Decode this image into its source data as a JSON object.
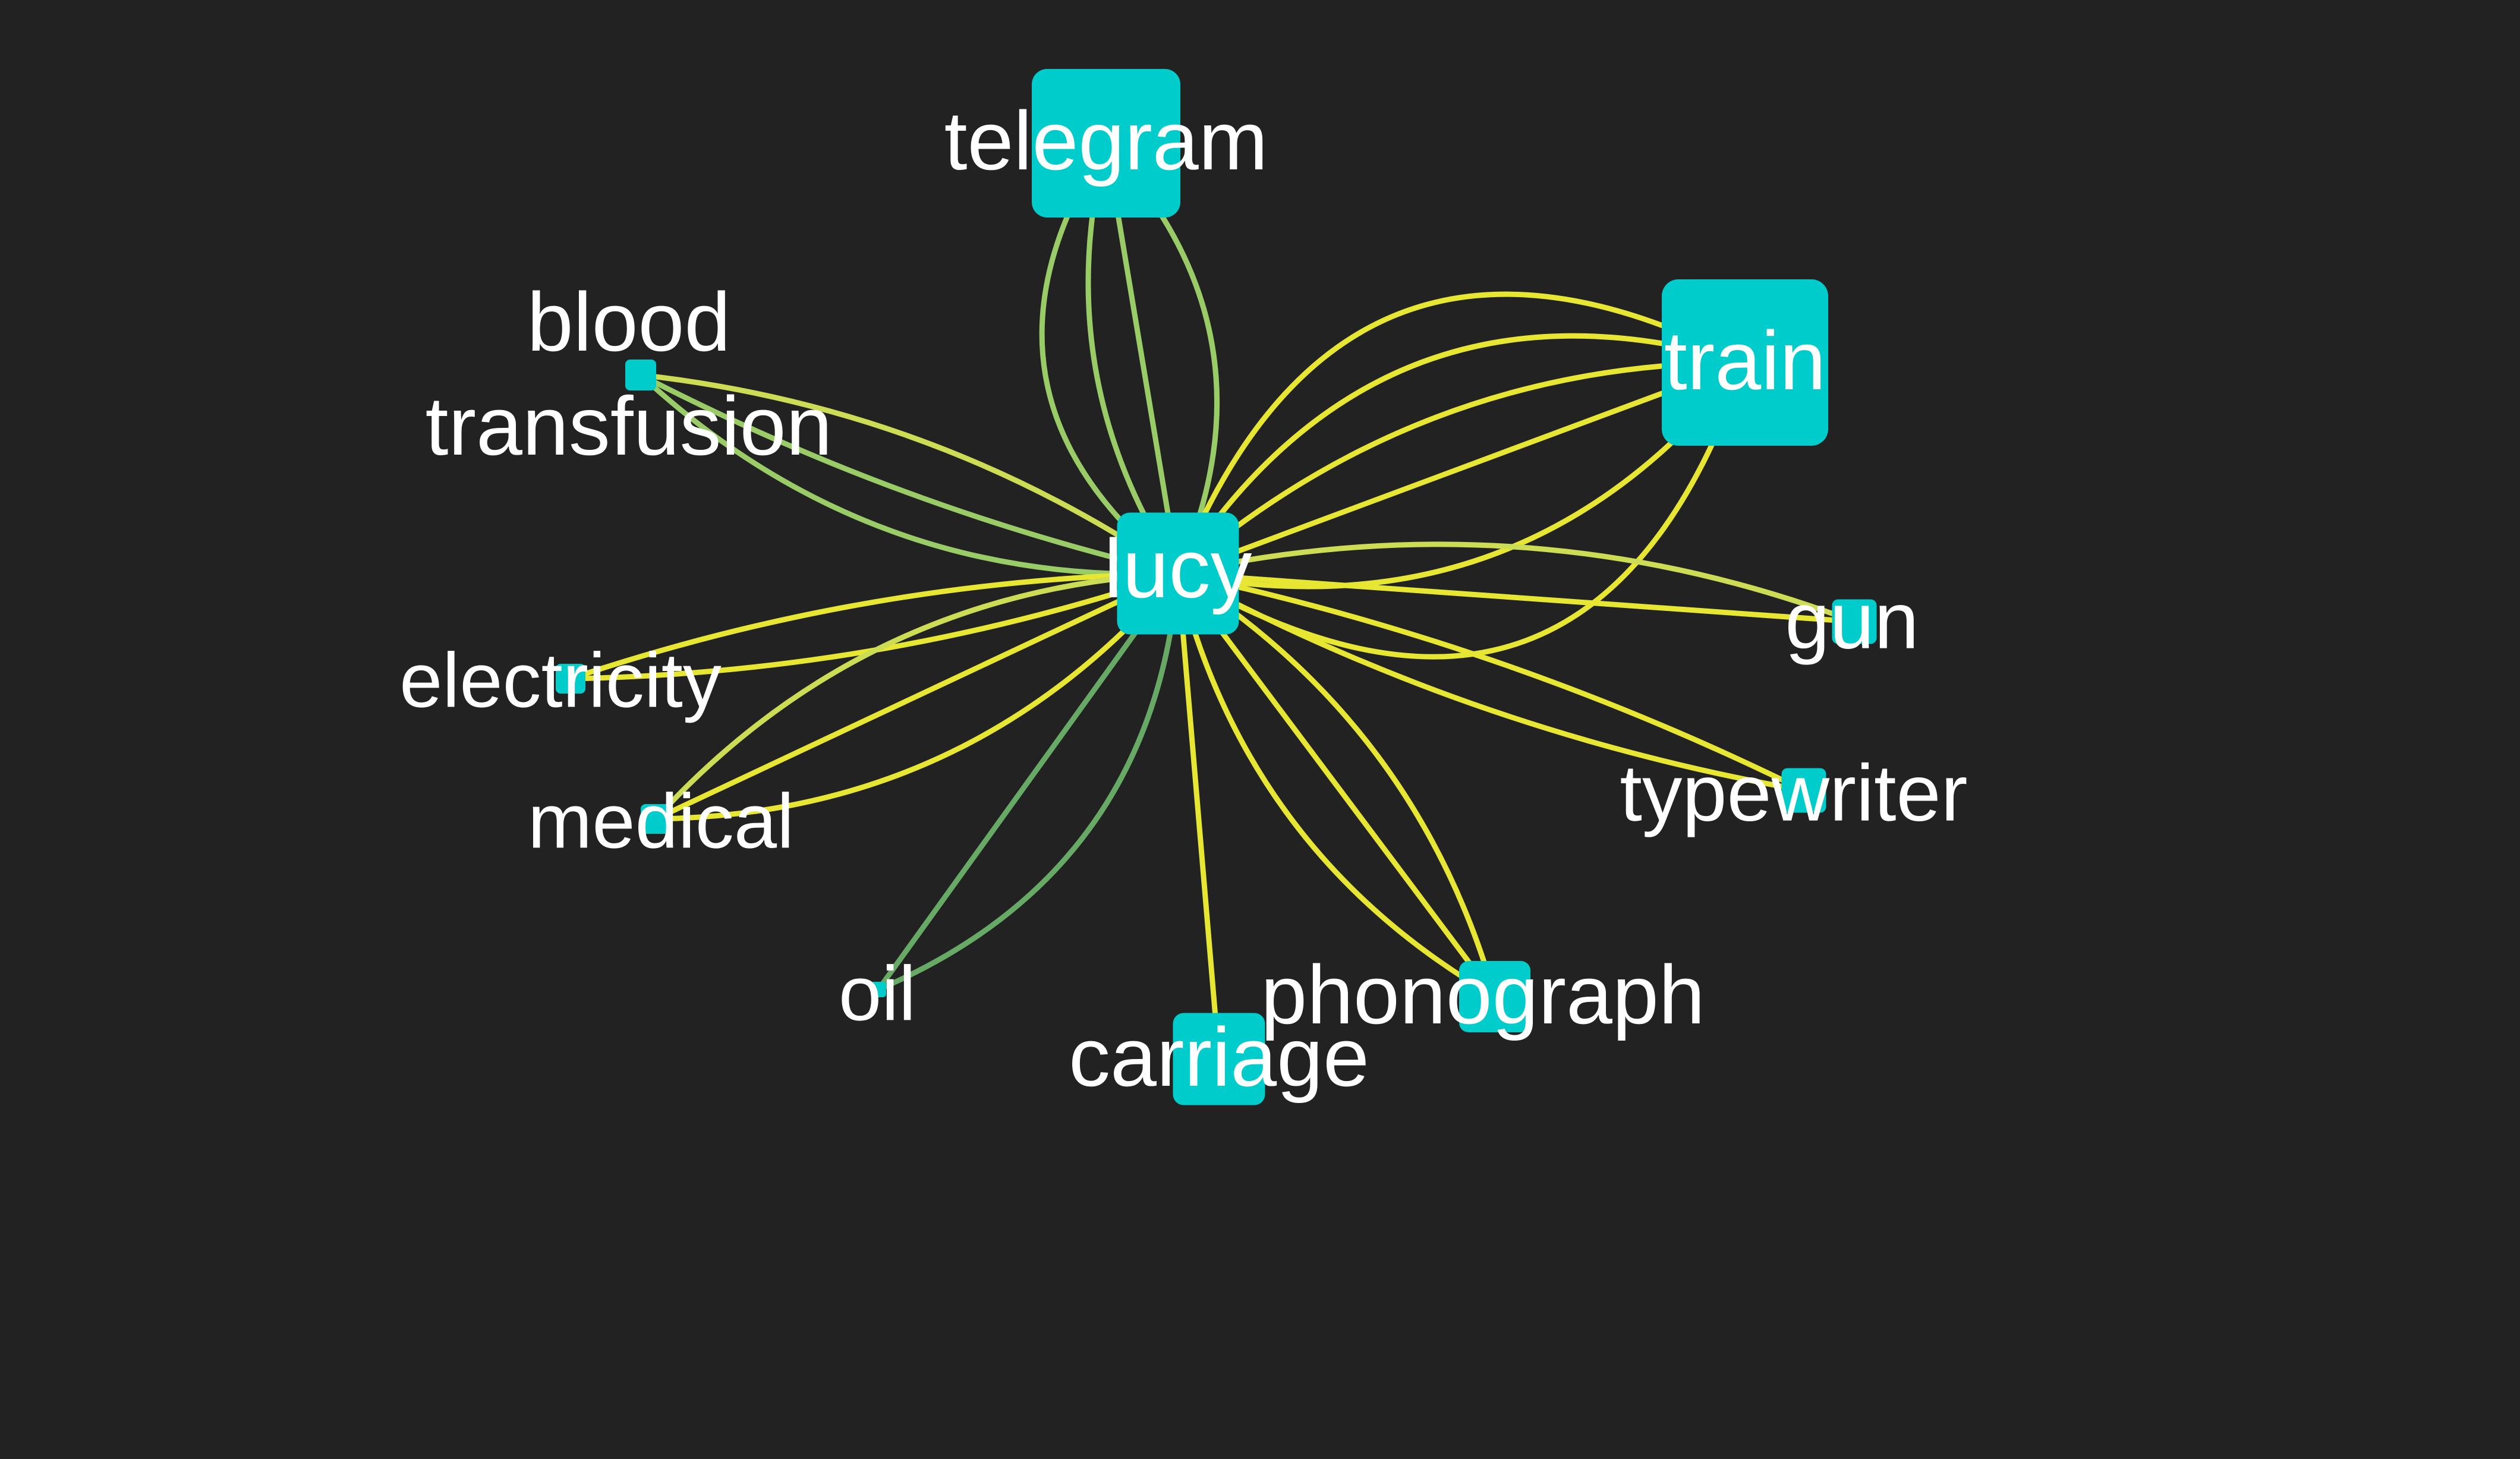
{
  "graph": {
    "background": "#222222",
    "node_color": "#00CCCC",
    "label_color": "#FFFFFF",
    "edge_colors": {
      "yellow": "#E6E633",
      "yellow_green": "#CCDD55",
      "green": "#99CC66",
      "dark_green": "#66AA66"
    },
    "nodes": [
      {
        "id": "lucy",
        "label": "lucy",
        "size_rank": "medium"
      },
      {
        "id": "telegram",
        "label": "telegram",
        "size_rank": "large"
      },
      {
        "id": "train",
        "label": "train",
        "size_rank": "large"
      },
      {
        "id": "blood_transfusion",
        "label": "blood\ntransfusion",
        "size_rank": "tiny"
      },
      {
        "id": "electricity",
        "label": "electricity",
        "size_rank": "tiny"
      },
      {
        "id": "medical",
        "label": "medical",
        "size_rank": "tiny"
      },
      {
        "id": "oil",
        "label": "oil",
        "size_rank": "tiny"
      },
      {
        "id": "carriage",
        "label": "carriage",
        "size_rank": "medium"
      },
      {
        "id": "phonograph",
        "label": "phonograph",
        "size_rank": "small"
      },
      {
        "id": "typewriter",
        "label": "typewriter",
        "size_rank": "tiny"
      },
      {
        "id": "gun",
        "label": "gun",
        "size_rank": "tiny"
      }
    ],
    "edges": [
      {
        "source": "lucy",
        "target": "telegram",
        "color": "green"
      },
      {
        "source": "lucy",
        "target": "telegram",
        "color": "green"
      },
      {
        "source": "lucy",
        "target": "telegram",
        "color": "green"
      },
      {
        "source": "lucy",
        "target": "telegram",
        "color": "green"
      },
      {
        "source": "lucy",
        "target": "train",
        "color": "yellow"
      },
      {
        "source": "lucy",
        "target": "train",
        "color": "yellow"
      },
      {
        "source": "lucy",
        "target": "train",
        "color": "yellow"
      },
      {
        "source": "lucy",
        "target": "train",
        "color": "yellow"
      },
      {
        "source": "lucy",
        "target": "train",
        "color": "yellow"
      },
      {
        "source": "lucy",
        "target": "train",
        "color": "yellow"
      },
      {
        "source": "lucy",
        "target": "blood_transfusion",
        "color": "green"
      },
      {
        "source": "lucy",
        "target": "blood_transfusion",
        "color": "green"
      },
      {
        "source": "lucy",
        "target": "blood_transfusion",
        "color": "yellow_green"
      },
      {
        "source": "lucy",
        "target": "electricity",
        "color": "yellow"
      },
      {
        "source": "lucy",
        "target": "electricity",
        "color": "yellow"
      },
      {
        "source": "lucy",
        "target": "medical",
        "color": "yellow"
      },
      {
        "source": "lucy",
        "target": "medical",
        "color": "yellow"
      },
      {
        "source": "lucy",
        "target": "medical",
        "color": "yellow_green"
      },
      {
        "source": "lucy",
        "target": "oil",
        "color": "dark_green"
      },
      {
        "source": "lucy",
        "target": "oil",
        "color": "dark_green"
      },
      {
        "source": "lucy",
        "target": "carriage",
        "color": "yellow"
      },
      {
        "source": "lucy",
        "target": "phonograph",
        "color": "yellow"
      },
      {
        "source": "lucy",
        "target": "phonograph",
        "color": "yellow"
      },
      {
        "source": "lucy",
        "target": "phonograph",
        "color": "yellow"
      },
      {
        "source": "lucy",
        "target": "typewriter",
        "color": "yellow"
      },
      {
        "source": "lucy",
        "target": "typewriter",
        "color": "yellow"
      },
      {
        "source": "lucy",
        "target": "gun",
        "color": "yellow_green"
      },
      {
        "source": "lucy",
        "target": "gun",
        "color": "yellow"
      }
    ]
  }
}
